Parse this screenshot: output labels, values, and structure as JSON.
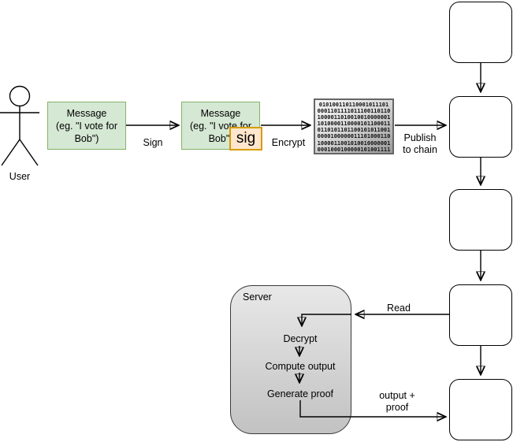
{
  "diagram": {
    "actor": {
      "label": "User"
    },
    "boxes": {
      "message1": {
        "line1": "Message",
        "line2": "(eg. \"I vote for",
        "line3": "Bob\")"
      },
      "message2": {
        "line1": "Message",
        "line2": "(eg. \"I vote for",
        "line3": "Bob\")"
      },
      "sig": {
        "label": "sig"
      },
      "ciphertext": {
        "lines": [
          "010100110110001011101",
          "0001101111011100110110",
          "1000011010010010000001",
          "1010000110000101100011",
          "0110101101100101011001",
          "0000100000011101000110",
          "1000011001010010000001",
          "0001000100000101001111"
        ]
      },
      "server": {
        "title": "Server",
        "step1": "Decrypt",
        "step2": "Compute output",
        "step3": "Generate proof"
      }
    },
    "edge_labels": {
      "sign": "Sign",
      "encrypt": "Encrypt",
      "publish_line1": "Publish",
      "publish_line2": "to chain",
      "read": "Read",
      "output_line1": "output +",
      "output_line2": "proof"
    },
    "chain": {
      "block_count": 5
    },
    "colors": {
      "message_fill": "#d5e8d4",
      "message_border": "#82b366",
      "sig_fill": "#ffe6cc",
      "sig_border": "#d79b00",
      "cipher_fill_light": "#f7f7f7",
      "cipher_fill_dark": "#999999",
      "cipher_border": "#666666",
      "server_fill_light": "#e8e8e8",
      "server_fill_dark": "#c2c2c2",
      "server_border": "#3a3a3a",
      "block_border": "#000000",
      "line": "#000000"
    }
  }
}
